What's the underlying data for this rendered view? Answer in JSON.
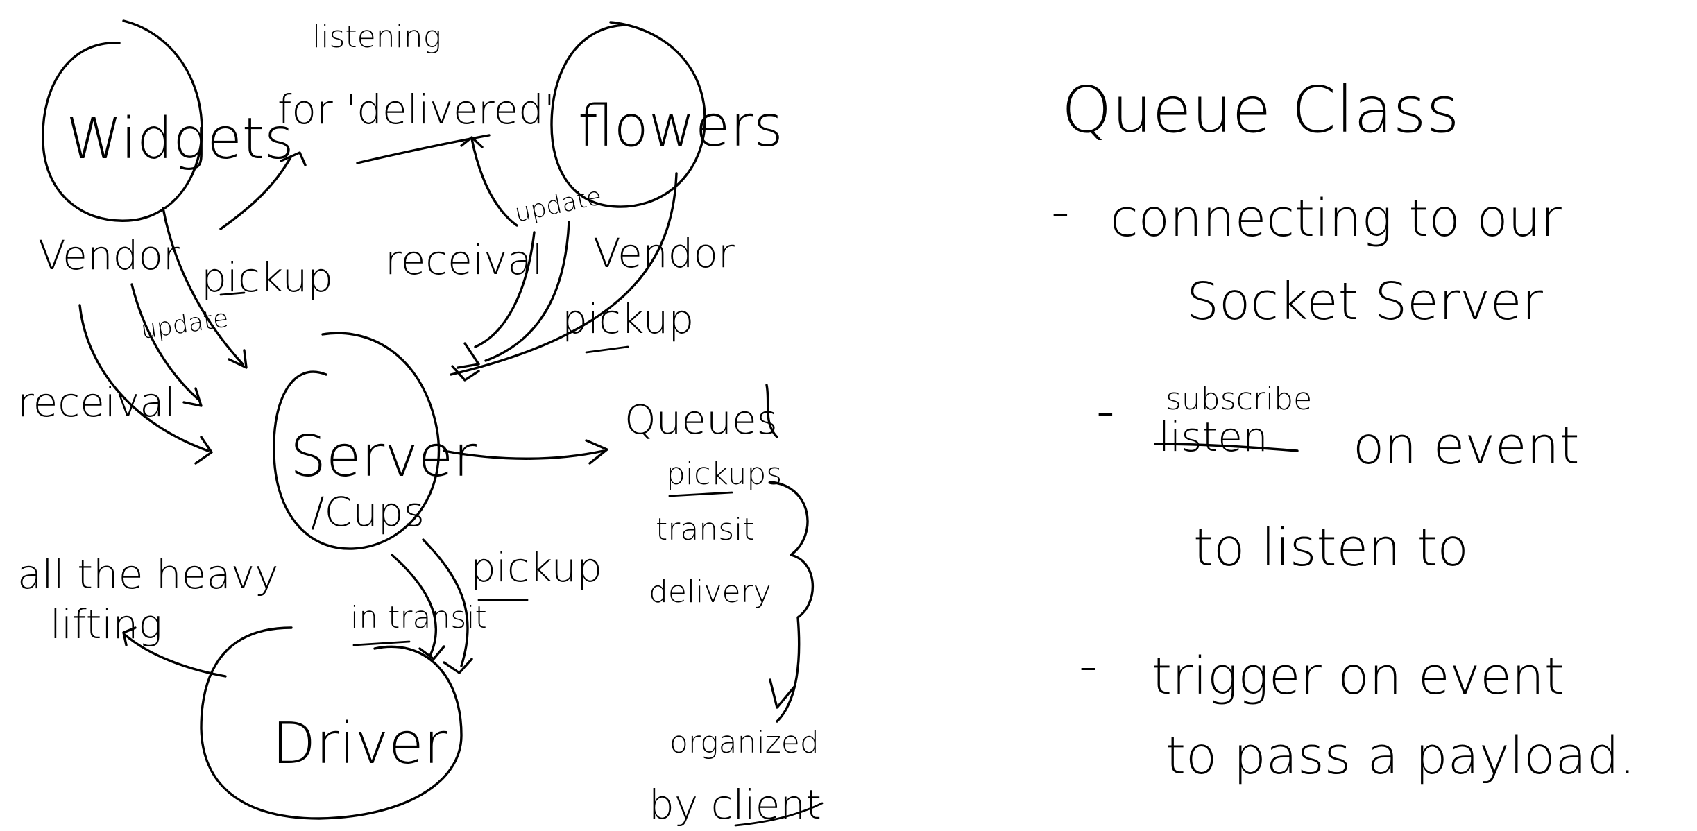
{
  "diagram": {
    "nodes": {
      "widgets": "Widgets",
      "flowers": "flowers",
      "server": "Server",
      "server_sub": "/Cups",
      "driver": "Driver"
    },
    "edge_labels": {
      "listening_for_delivered_top": "listening",
      "listening_for_delivered_bottom": "for 'delivered'",
      "widgets_vendor": "Vendor",
      "widgets_pickup": "pickup",
      "widgets_receival": "receival",
      "widgets_update": "update",
      "flowers_update": "update",
      "flowers_receival": "receival",
      "flowers_vendor": "Vendor",
      "flowers_pickup": "pickup",
      "heavy_lifting_top": "all the heavy",
      "heavy_lifting_bottom": "lifting",
      "driver_in_transit": "in transit",
      "driver_pickup": "pickup"
    },
    "queues": {
      "title": "Queues",
      "items": [
        "pickups",
        "transit",
        "delivery"
      ],
      "organized_top": "organized",
      "organized_bottom": "by client"
    }
  },
  "notes": {
    "title": "Queue Class",
    "items": [
      {
        "dash": "-",
        "line1": "connecting to our",
        "line2": "Socket Server"
      },
      {
        "dash": "-",
        "struck": "listen",
        "inserted": "subscribe",
        "line1": "on event",
        "line2": "to listen to"
      },
      {
        "dash": "-",
        "line1": "trigger on event",
        "line2": "to pass a payload."
      }
    ]
  }
}
